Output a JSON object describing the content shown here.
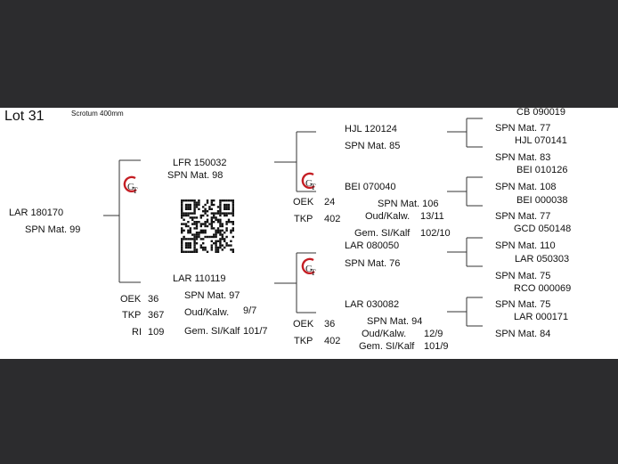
{
  "header": {
    "lot": "Lot 31",
    "scrotum": "Scrotum 400mm"
  },
  "subject": {
    "id": "LAR 180170",
    "spn": "SPN Mat. 99"
  },
  "sire": {
    "id": "LFR 150032",
    "spn": "SPN Mat. 98"
  },
  "dam": {
    "id": "LAR 110119",
    "stats": [
      {
        "label": "OEK",
        "value": "36"
      },
      {
        "label": "TKP",
        "value": "367"
      },
      {
        "label": "RI",
        "value": "109"
      }
    ],
    "spn": "SPN Mat. 97",
    "oud_label": "Oud/Kalw.",
    "oud_value": "9/7",
    "gem_label": "Gem. SI/Kalf",
    "gem_value": "101/7"
  },
  "sire_sire": {
    "id": "HJL 120124",
    "spn": "SPN Mat. 85"
  },
  "sire_dam": {
    "id": "BEI 070040",
    "stats": [
      {
        "label": "OEK",
        "value": "24"
      },
      {
        "label": "TKP",
        "value": "402"
      }
    ],
    "spn": "SPN Mat. 106",
    "oud_label": "Oud/Kalw.",
    "oud_value": "13/11",
    "gem_label": "Gem. SI/Kalf",
    "gem_value": "102/10"
  },
  "dam_sire": {
    "id": "LAR 080050",
    "spn": "SPN Mat. 76"
  },
  "dam_dam": {
    "id": "LAR 030082",
    "stats": [
      {
        "label": "OEK",
        "value": "36"
      },
      {
        "label": "TKP",
        "value": "402"
      }
    ],
    "spn": "SPN Mat. 94",
    "oud_label": "Oud/Kalw.",
    "oud_value": "12/9",
    "gem_label": "Gem. SI/Kalf",
    "gem_value": "101/9"
  },
  "great_grandparents": [
    {
      "id": "CB  090019",
      "spn": "SPN Mat. 77"
    },
    {
      "id": "HJL 070141",
      "spn": "SPN Mat. 83"
    },
    {
      "id": "BEI 010126",
      "spn": "SPN Mat. 108"
    },
    {
      "id": "BEI 000038",
      "spn": "SPN Mat. 77"
    },
    {
      "id": "GCD 050148",
      "spn": "SPN Mat. 110"
    },
    {
      "id": "LAR 050303",
      "spn": "SPN Mat. 75"
    },
    {
      "id": "RCO 000069",
      "spn": "SPN Mat. 75"
    },
    {
      "id": "LAR 000171",
      "spn": "SPN Mat. 84"
    }
  ]
}
